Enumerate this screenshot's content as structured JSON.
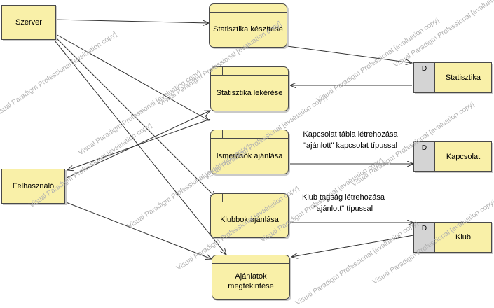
{
  "entities": {
    "szerver": "Szerver",
    "felhasznalo": "Felhasználó"
  },
  "processes": {
    "stat_keszites": "Statisztika készítése",
    "stat_lekeres": "Statisztika lekérése",
    "ismerosok": "Ismerősök ajánlása",
    "klubbok": "Klubbok ajánlása",
    "ajanlatok_line1": "Ajánlatok",
    "ajanlatok_line2": "megtekintése"
  },
  "stores": {
    "statisztika": {
      "id": "D",
      "name": "Statisztika"
    },
    "kapcsolat": {
      "id": "D",
      "name": "Kapcsolat"
    },
    "klub": {
      "id": "D",
      "name": "Klub"
    }
  },
  "flow_labels": {
    "kapcsolat_line1": "Kapcsolat tábla létrehozása",
    "kapcsolat_line2": "\"ajánlott\" kapcsolat típussal",
    "klub_line1": "Klub tagság létrehozása",
    "klub_line2": "\"ajánlott\" típussal"
  },
  "watermark": "Visual Paradigm Professional [evaluation copy]"
}
